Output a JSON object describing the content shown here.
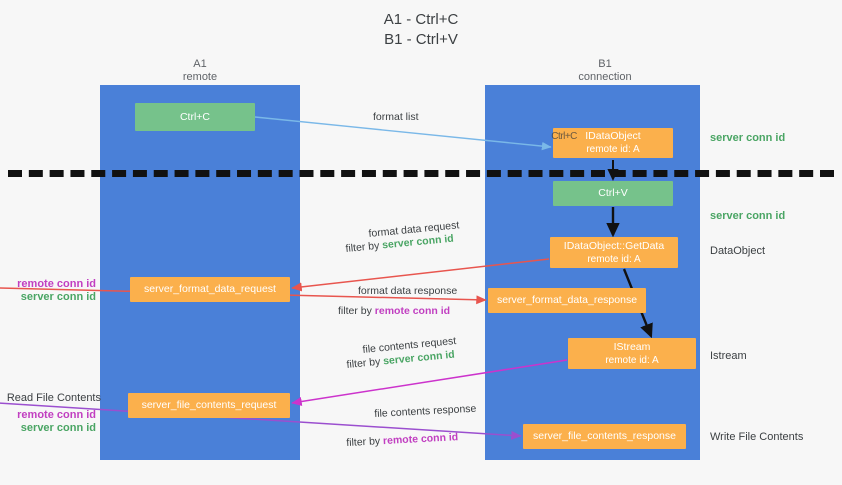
{
  "title": {
    "line1": "A1 - Ctrl+C",
    "line2": "B1 - Ctrl+V"
  },
  "columns": [
    {
      "name": "A1",
      "sub": "remote"
    },
    {
      "name": "B1",
      "sub": "connection"
    }
  ],
  "nodes": {
    "ctrl_c": "Ctrl+C",
    "idataobject_title": "IDataObject",
    "idataobject_ghost": "Ctrl+C",
    "idataobject_sub": "remote id: A",
    "ctrl_v": "Ctrl+V",
    "getdata_title": "IDataObject::GetData",
    "getdata_sub": "remote id: A",
    "istream_title": "IStream",
    "istream_sub": "remote id: A",
    "server_format_data_request": "server_format_data_request",
    "server_format_data_response": "server_format_data_response",
    "server_file_contents_request": "server_file_contents_request",
    "server_file_contents_response": "server_file_contents_response"
  },
  "edges": {
    "format_list": "format list",
    "format_data_request": "format data request",
    "format_data_request_filter_prefix": "filter by ",
    "format_data_request_filter_tag": "server conn id",
    "format_data_response": "format data response",
    "format_data_response_filter_prefix": "filter by ",
    "format_data_response_filter_tag": "remote conn id",
    "file_contents_request": "file contents request",
    "file_contents_request_filter_prefix": "filter by ",
    "file_contents_request_filter_tag": "server conn id",
    "file_contents_response": "file contents response",
    "file_contents_response_filter_prefix": "filter by ",
    "file_contents_response_filter_tag": "remote conn id"
  },
  "annotations": {
    "right": {
      "server_conn_id_top": "server conn id",
      "server_conn_id_mid": "server conn id",
      "dataobject": "DataObject",
      "istream": "Istream",
      "write_file_contents": "Write File Contents"
    },
    "left": {
      "remote_conn_id_1": "remote conn id",
      "server_conn_id_1": "server conn id",
      "read_file_contents": "Read File Contents",
      "remote_conn_id_2": "remote conn id",
      "server_conn_id_2": "server conn id"
    }
  },
  "colors": {
    "lane": "#4a80d8",
    "green_node": "#76c28b",
    "orange_node": "#fbb04c",
    "server_conn_id": "#4aa564",
    "remote_conn_id": "#c13fc1",
    "arrow_blue": "#7ab8e8",
    "arrow_red": "#e8554e",
    "arrow_magenta": "#cc33cc",
    "arrow_purple": "#9b4fcf",
    "arrow_black": "#111111",
    "background": "#f7f7f7"
  }
}
